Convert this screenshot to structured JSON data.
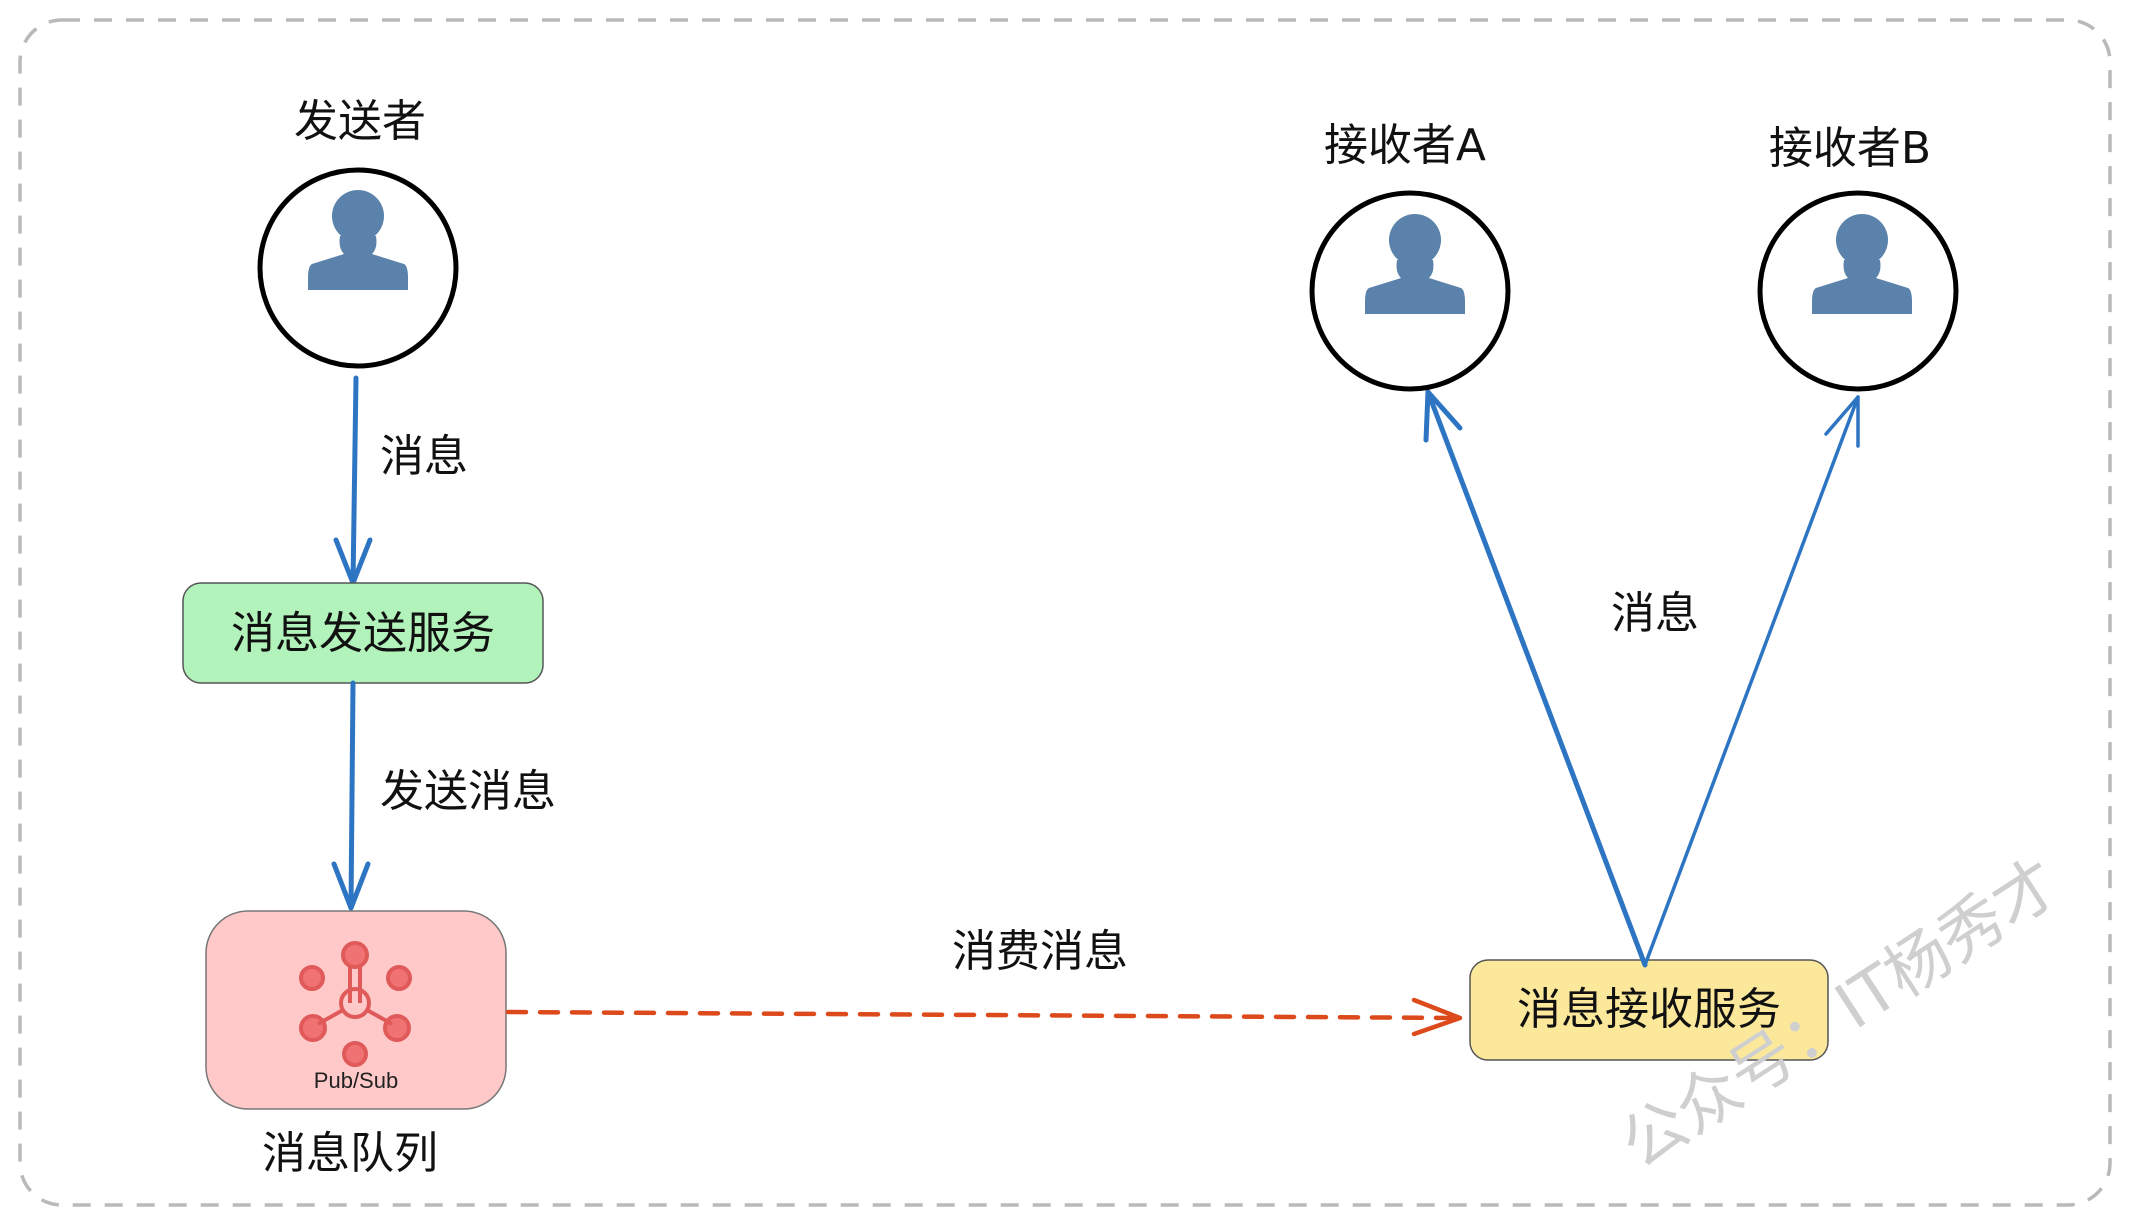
{
  "colors": {
    "border": "#b9b9b9",
    "arrow_blue": "#2d75c2",
    "arrow_orange": "#dc4a1c",
    "send_service_fill": "#b2f2bb",
    "queue_fill": "#ffc9c9",
    "receive_service_fill": "#fbe89a",
    "person_icon": "#5a82aa",
    "pubsub_icon": "#e05a5a"
  },
  "nodes": {
    "sender": {
      "label": "发送者",
      "icon": "person-icon"
    },
    "receiver_a": {
      "label": "接收者A",
      "icon": "person-icon"
    },
    "receiver_b": {
      "label": "接收者B",
      "icon": "person-icon"
    },
    "send_service": {
      "label": "消息发送服务"
    },
    "message_queue": {
      "label": "消息队列",
      "icon_caption": "Pub/Sub",
      "icon": "pubsub-icon"
    },
    "receive_service": {
      "label": "消息接收服务"
    }
  },
  "edges": {
    "sender_to_service": {
      "label": "消息"
    },
    "service_to_queue": {
      "label": "发送消息"
    },
    "queue_to_receiver": {
      "label": "消费消息"
    },
    "service_to_receivers": {
      "label": "消息"
    }
  },
  "watermark": "公众号：IT杨秀才"
}
